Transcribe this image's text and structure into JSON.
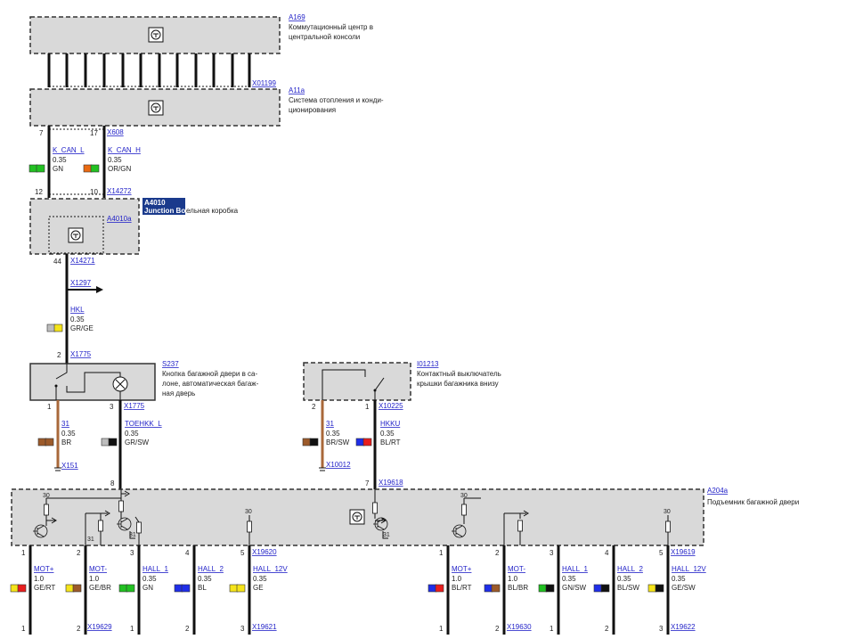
{
  "components": {
    "a169": {
      "id": "A169",
      "desc": [
        "Коммутационный центр в",
        "центральной консоли"
      ]
    },
    "a11a": {
      "id": "A11a",
      "desc": [
        "Система отопления и конди-",
        "ционирования"
      ]
    },
    "a4010": {
      "id": "A4010",
      "tooltip": "Junction Box",
      "desc_tail": "ельная коробка",
      "sub_id": "A4010a"
    },
    "s237": {
      "id": "S237",
      "desc": [
        "Кнопка багажной двери в са-",
        "лоне, автоматическая багаж-",
        "ная дверь"
      ]
    },
    "i01213": {
      "id": "I01213",
      "desc": [
        "Контактный выключатель",
        "крышки багажника внизу"
      ]
    },
    "a204a": {
      "id": "A204a",
      "desc": [
        "Подъемник багажной двери"
      ]
    }
  },
  "connectors": {
    "x01199": "X01199",
    "x608": "X608",
    "x14272": "X14272",
    "x14271": "X14271",
    "x1297": "X1297",
    "x1775a": "X1775",
    "x1775b": "X1775",
    "x151": "X151",
    "x10225": "X10225",
    "x10012": "X10012",
    "x19618": "X19618",
    "x19620": "X19620",
    "x19619": "X19619",
    "x19629": "X19629",
    "x19621": "X19621",
    "x19630": "X19630",
    "x19622": "X19622"
  },
  "pins": {
    "p7": "7",
    "p17": "17",
    "p12": "12",
    "p10": "10",
    "p44": "44",
    "p2": "2",
    "s237_1": "1",
    "s237_3": "3",
    "i_2": "2",
    "i_1": "1",
    "a_8": "8",
    "a_7": "7",
    "top_30": "30",
    "bl": [
      "1",
      "2",
      "3",
      "4",
      "5"
    ],
    "br": [
      "1",
      "2",
      "3",
      "4",
      "5"
    ],
    "bot_l": [
      "1",
      "2",
      "1",
      "2",
      "3"
    ],
    "bot_r": [
      "1",
      "2",
      "1",
      "2",
      "3"
    ],
    "v30": [
      "30",
      "30"
    ],
    "v31": [
      "31",
      "31",
      "31"
    ]
  },
  "wires": {
    "kcanl": {
      "name": "K_CAN_L",
      "size": "0.35",
      "color": "GN",
      "c1": "#22c122",
      "c2": "#22c122"
    },
    "kcanh": {
      "name": "K_CAN_H",
      "size": "0.35",
      "color": "OR/GN",
      "c1": "#ea6a12",
      "c2": "#22c122"
    },
    "hkl": {
      "name": "HKL",
      "size": "0.35",
      "color": "GR/GE",
      "c1": "#bdbdbd",
      "c2": "#f5e41a"
    },
    "w31a": {
      "name": "31",
      "size": "0.35",
      "color": "BR",
      "c1": "#9c5a2a",
      "c2": "#9c5a2a"
    },
    "toehkl": {
      "name": "TOEHKK_L",
      "size": "0.35",
      "color": "GR/SW",
      "c1": "#bdbdbd",
      "c2": "#111111"
    },
    "w31b": {
      "name": "31",
      "size": "0.35",
      "color": "BR/SW",
      "c1": "#9c5a2a",
      "c2": "#111111"
    },
    "hkku": {
      "name": "HKKU",
      "size": "0.35",
      "color": "BL/RT",
      "c1": "#1f2ee8",
      "c2": "#e81e1e"
    },
    "left": [
      {
        "name": "MOT+",
        "size": "1.0",
        "color": "GE/RT",
        "c1": "#f5e41a",
        "c2": "#e81e1e"
      },
      {
        "name": "MOT-",
        "size": "1.0",
        "color": "GE/BR",
        "c1": "#f5e41a",
        "c2": "#9c5a2a"
      },
      {
        "name": "HALL_1",
        "size": "0.35",
        "color": "GN",
        "c1": "#22c122",
        "c2": "#22c122"
      },
      {
        "name": "HALL_2",
        "size": "0.35",
        "color": "BL",
        "c1": "#1f2ee8",
        "c2": "#1f2ee8"
      },
      {
        "name": "HALL_12V",
        "size": "0.35",
        "color": "GE",
        "c1": "#f5e41a",
        "c2": "#f5e41a"
      }
    ],
    "right": [
      {
        "name": "MOT+",
        "size": "1.0",
        "color": "BL/RT",
        "c1": "#1f2ee8",
        "c2": "#e81e1e"
      },
      {
        "name": "MOT-",
        "size": "1.0",
        "color": "BL/BR",
        "c1": "#1f2ee8",
        "c2": "#9c5a2a"
      },
      {
        "name": "HALL_1",
        "size": "0.35",
        "color": "GN/SW",
        "c1": "#22c122",
        "c2": "#111111"
      },
      {
        "name": "HALL_2",
        "size": "0.35",
        "color": "BL/SW",
        "c1": "#1f2ee8",
        "c2": "#111111"
      },
      {
        "name": "HALL_12V",
        "size": "0.35",
        "color": "GE/SW",
        "c1": "#f5e41a",
        "c2": "#111111"
      }
    ]
  },
  "colors": {
    "link": "#2323c8",
    "box_fill": "#d9d9d9",
    "tooltip_bg": "#1a3a8c"
  },
  "icons": {
    "ecu": "ecu-chip-icon",
    "lamp": "lamp-icon",
    "switch": "switch-icon",
    "arrow": "arrow-right-icon",
    "motor": "motor-icon",
    "hall": "hall-sensor-icon"
  }
}
